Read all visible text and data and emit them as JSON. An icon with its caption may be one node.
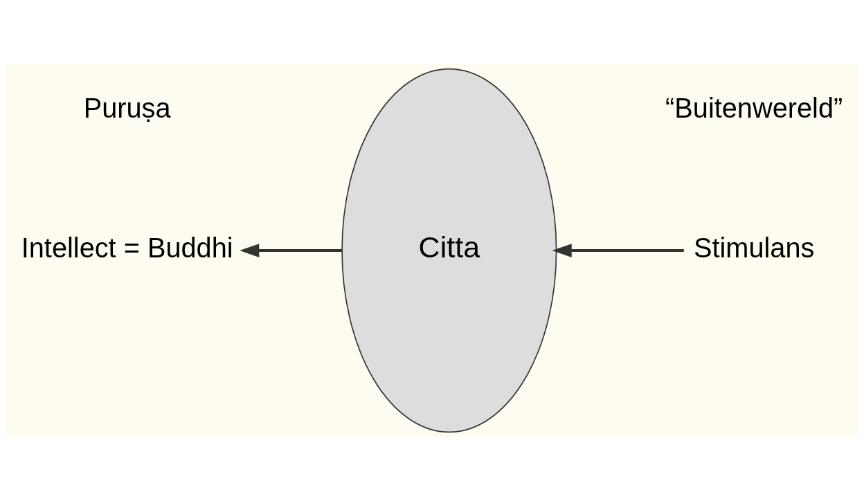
{
  "diagram": {
    "nodes": [
      {
        "text": [
          "Intellect = Buddhi"
        ]
      },
      {
        "text": [
          "Citta"
        ]
      },
      {
        "text": [
          "Stimulans"
        ]
      }
    ],
    "edges": [
      {
        "from": 2,
        "to": 1,
        "arrow": "to"
      },
      {
        "from": 1,
        "to": 0,
        "arrow": "to"
      }
    ],
    "labels": [
      "Puruṣa",
      "“Buitenwereld”"
    ]
  }
}
